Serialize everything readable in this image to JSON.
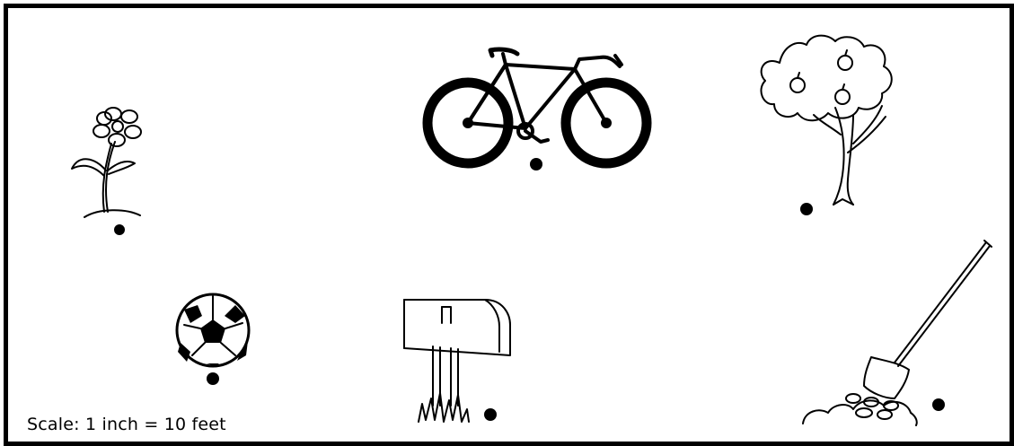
{
  "scale_label": "Scale: 1 inch = 10 feet",
  "objects": [
    {
      "name": "flower",
      "icon": "flower-icon"
    },
    {
      "name": "bicycle",
      "icon": "bicycle-icon"
    },
    {
      "name": "apple-tree",
      "icon": "apple-tree-icon"
    },
    {
      "name": "soccer-ball",
      "icon": "soccer-ball-icon"
    },
    {
      "name": "mailbox",
      "icon": "mailbox-icon"
    },
    {
      "name": "shovel",
      "icon": "shovel-icon"
    }
  ],
  "colors": {
    "ink": "#000000",
    "background": "#ffffff"
  }
}
